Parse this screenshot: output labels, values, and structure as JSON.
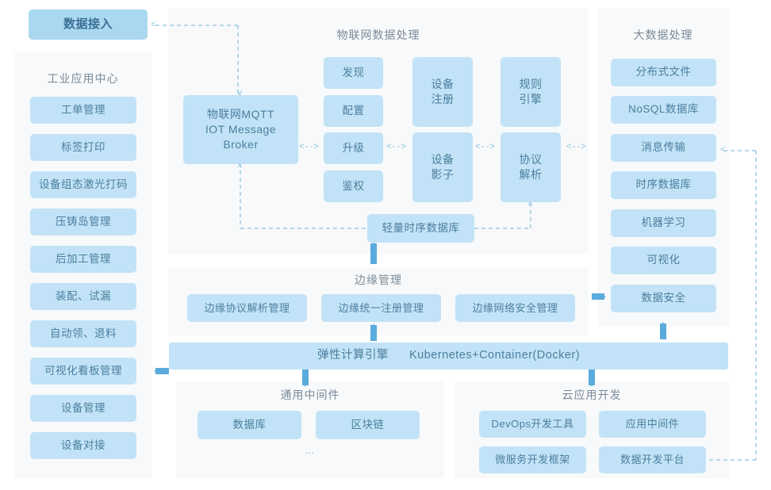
{
  "header": {
    "data_access_label": "数据接入"
  },
  "panels": {
    "industrial_app_center": {
      "title": "工业应用中心",
      "items": [
        "工单管理",
        "标签打印",
        "设备组态激光打码",
        "压铸岛管理",
        "后加工管理",
        "装配、试漏",
        "自动领、退料",
        "可视化看板管理",
        "设备管理",
        "设备对接"
      ]
    },
    "iot_data_processing": {
      "title": "物联网数据处理",
      "broker": "物联网MQTT\nIOT Message\nBroker",
      "broker_lines": [
        "物联网MQTT",
        "IOT Message",
        "Broker"
      ],
      "col_functions": [
        "发现",
        "配置",
        "升级",
        "鉴权"
      ],
      "device_register": "设备\n注册",
      "device_register_lines": [
        "设备",
        "注册"
      ],
      "device_shadow_lines": [
        "设备",
        "影子"
      ],
      "rule_engine_lines": [
        "规则",
        "引擎"
      ],
      "protocol_parse_lines": [
        "协议",
        "解析"
      ],
      "lightweight_tsdb": "轻量时序数据库"
    },
    "big_data_processing": {
      "title": "大数据处理",
      "items": [
        "分布式文件",
        "NoSQL数据库",
        "消息传输",
        "时序数据库",
        "机器学习",
        "可视化",
        "数据安全"
      ]
    },
    "edge_management": {
      "title": "边缘管理",
      "items": [
        "边缘协议解析管理",
        "边缘统一注册管理",
        "边缘网络安全管理"
      ]
    },
    "common_middleware": {
      "title": "通用中间件",
      "items": [
        "数据库",
        "区块链"
      ],
      "ellipsis": "⋮"
    },
    "cloud_app_development": {
      "title": "云应用开发",
      "items": [
        "DevOps开发工具",
        "应用中间件",
        "微服务开发框架",
        "数据开发平台"
      ]
    }
  },
  "compute_bar": {
    "label": "弹性计算引擎",
    "stack": "Kubernetes+Container(Docker)"
  },
  "connectors": {
    "bidir_glyph": "<-->",
    "left_glyph": "<",
    "up_glyph": "^",
    "down_glyph": "v"
  },
  "colors": {
    "box_fill": "#c2e3f7",
    "header_fill": "#a9d8f0",
    "panel_bg": "#f8f9fa",
    "text": "#4b7e9e",
    "title_text": "#7a8a99",
    "arrow_solid": "#5aabdc",
    "arrow_dashed": "#8cc2e0"
  }
}
